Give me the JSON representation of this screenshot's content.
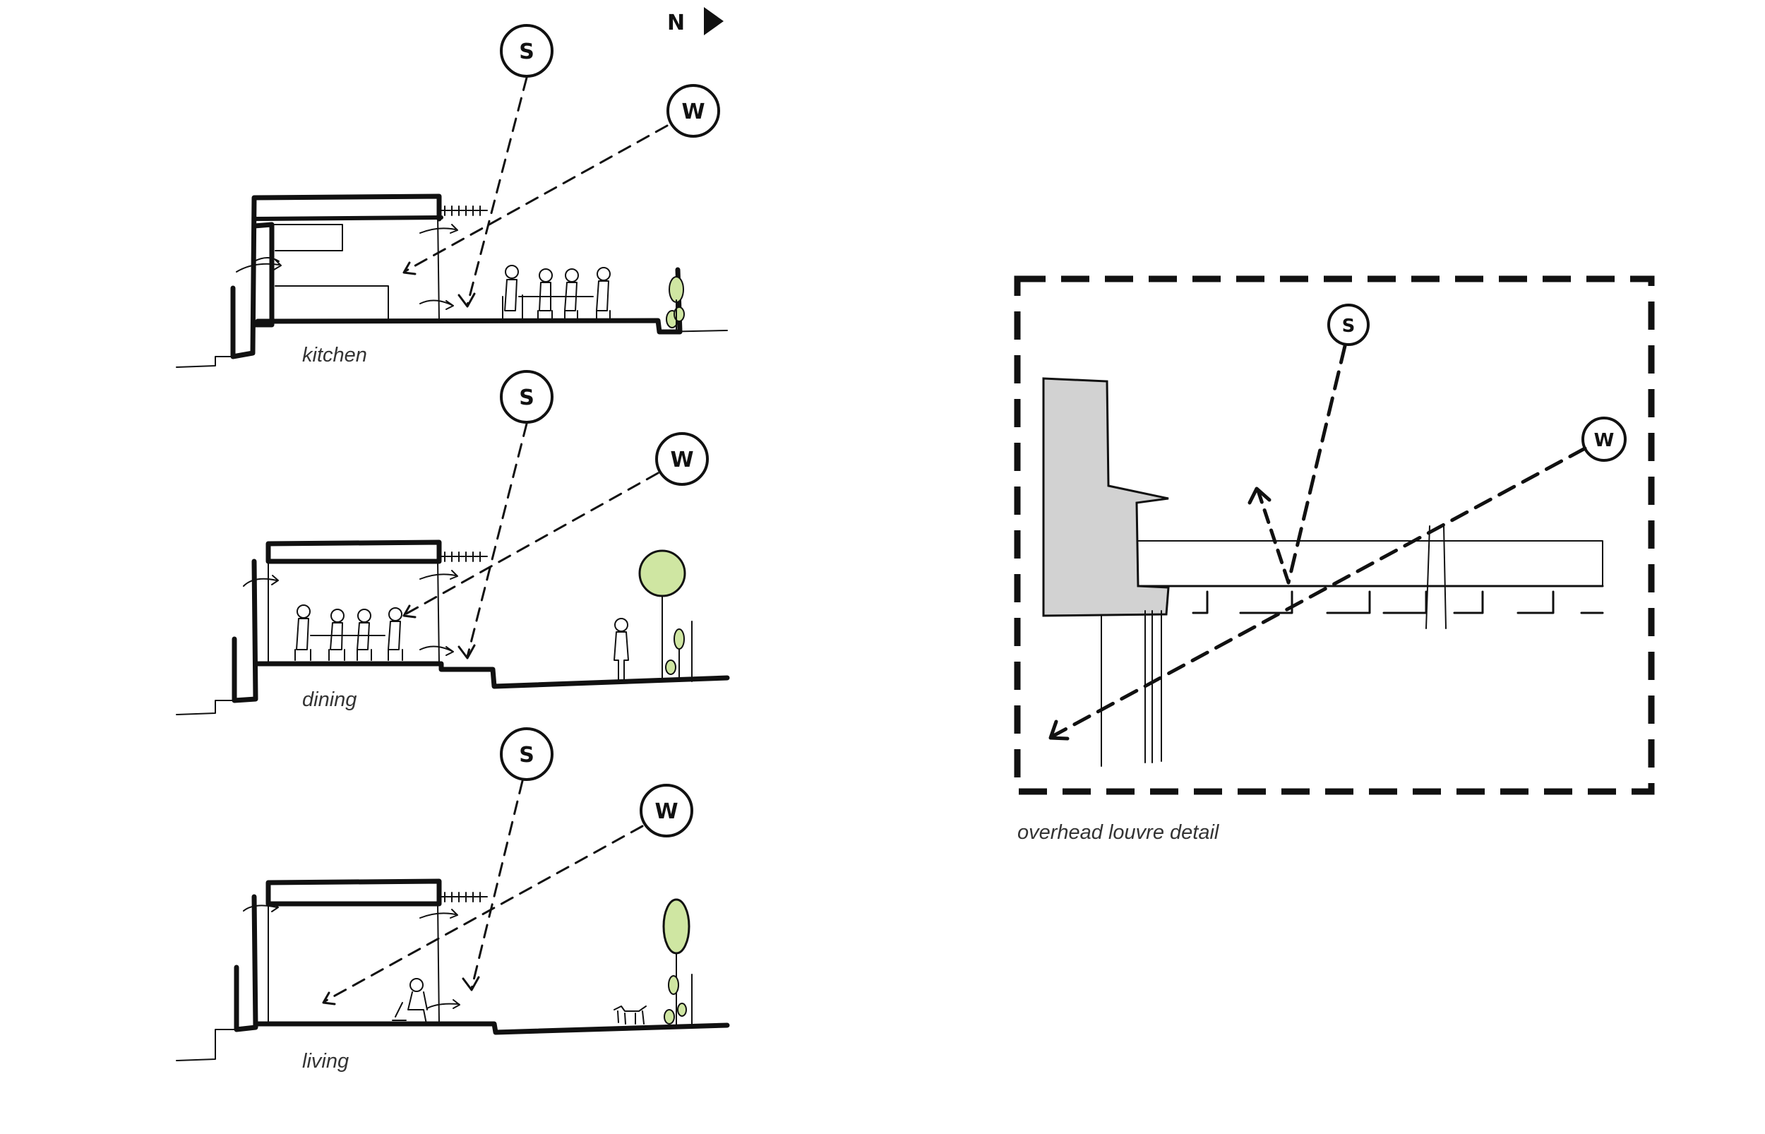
{
  "north_label": "N",
  "sun_labels": {
    "summer": "S",
    "winter": "W"
  },
  "sections": [
    {
      "id": "kitchen",
      "caption": "kitchen"
    },
    {
      "id": "dining",
      "caption": "dining"
    },
    {
      "id": "living",
      "caption": "living"
    }
  ],
  "detail": {
    "caption": "overhead louvre detail"
  },
  "colors": {
    "ink": "#111111",
    "tree": "#cfe6a2",
    "wall": "#d2d2d2",
    "caption": "#333333"
  }
}
